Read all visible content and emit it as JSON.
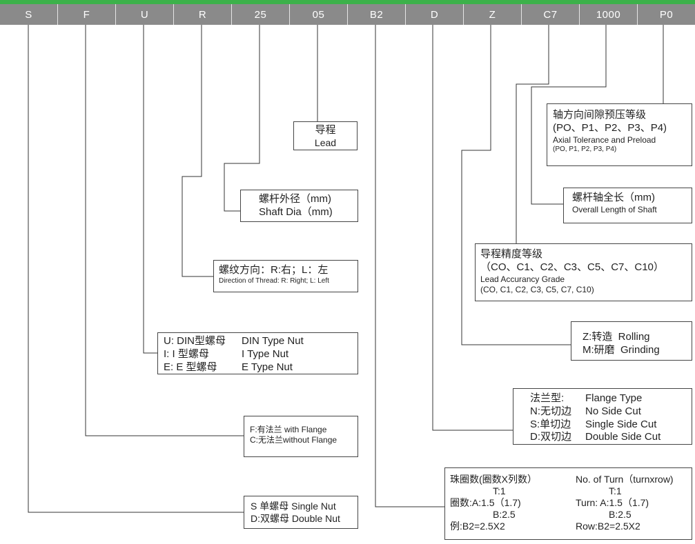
{
  "colors": {
    "topbar": "#3cb14a",
    "header_bg": "#8a8a8a",
    "lines": "#333333"
  },
  "header": {
    "cells": [
      "S",
      "F",
      "U",
      "R",
      "25",
      "05",
      "B2",
      "D",
      "Z",
      "C7",
      "1000",
      "P0"
    ]
  },
  "boxes": {
    "lead": {
      "line1": "导程",
      "line2": "Lead"
    },
    "shaft_dia": {
      "line1": "螺杆外径（mm)",
      "line2": "Shaft Dia（mm)"
    },
    "thread": {
      "line1": "螺纹方向：R:右；L：左",
      "line2": "Direction of Thread: R: Right; L: Left"
    },
    "nut_type": {
      "rows": [
        {
          "cn": "U: DIN型螺母",
          "en": "DIN Type Nut"
        },
        {
          "cn": "I: I 型螺母",
          "en": "I Type Nut"
        },
        {
          "cn": "E: E 型螺母",
          "en": "E Type Nut"
        }
      ]
    },
    "flange": {
      "line1": "F:有法兰 with Flange",
      "line2": "C:无法兰without Flange"
    },
    "nut_count": {
      "line1": "S 单螺母 Single Nut",
      "line2": "D:双螺母 Double Nut"
    },
    "preload": {
      "line1": "轴方向间隙预压等级",
      "line2": "(PO、P1、P2、P3、P4)",
      "line3": "Axial Tolerance and Preload",
      "line4": "(PO, P1, P2, P3, P4)"
    },
    "length": {
      "line1": "螺杆轴全长（mm)",
      "line2": "Overall Length of Shaft"
    },
    "grade": {
      "line1": "导程精度等级",
      "line2": "（CO、C1、C2、C3、C5、C7、C10）",
      "line3": "Lead Accurancy Grade",
      "line4": "(CO, C1, C2, C3, C5, C7, C10)"
    },
    "process": {
      "line1": "Z:转造  Rolling",
      "line2": "M:研磨  Grinding"
    },
    "flange_type": {
      "rows": [
        {
          "cn": "法兰型:",
          "en": "Flange Type"
        },
        {
          "cn": "N:无切边",
          "en": "No Side Cut"
        },
        {
          "cn": "S:单切边",
          "en": "Single Side Cut"
        },
        {
          "cn": "D:双切边",
          "en": "Double Side Cut"
        }
      ]
    },
    "turns": {
      "left": [
        "珠圈数(圈数X列数）",
        "T:1",
        "圈数:A:1.5（1.7)",
        "B:2.5",
        "例:B2=2.5X2"
      ],
      "right": [
        "No. of Turn（turnxrow)",
        "T:1",
        "Turn: A:1.5（1.7)",
        "B:2.5",
        "Row:B2=2.5X2"
      ]
    }
  }
}
